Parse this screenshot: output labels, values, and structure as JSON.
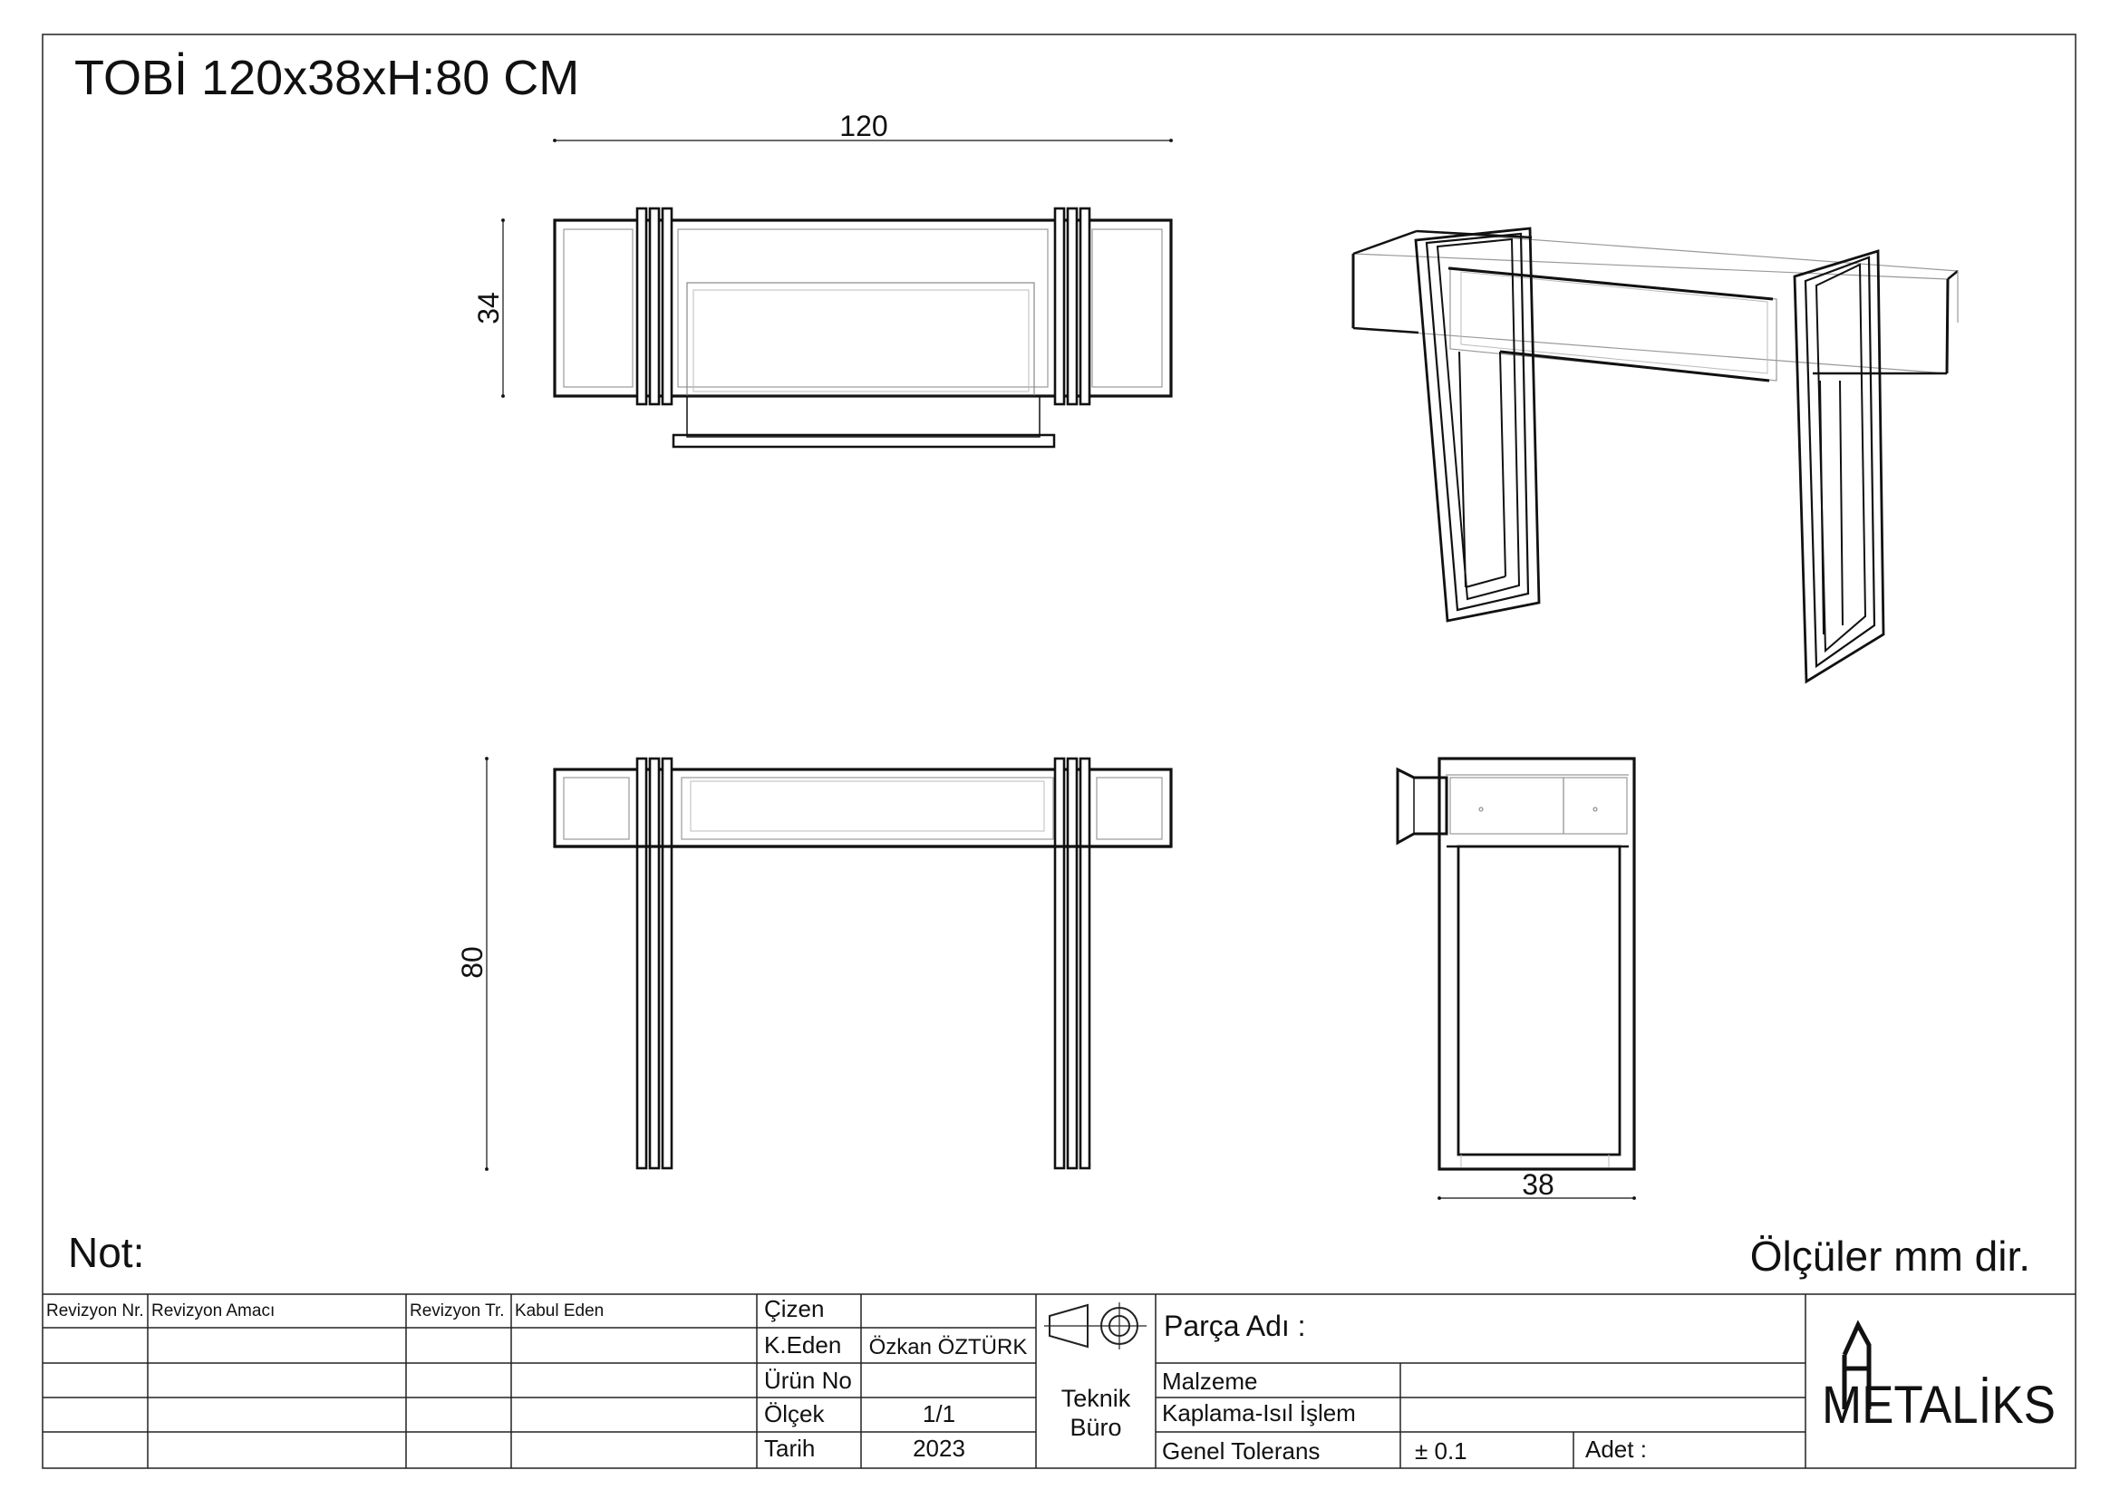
{
  "title": "TOBİ 120x38xH:80 CM",
  "dimensions": {
    "width": "120",
    "depth": "34",
    "height": "80",
    "side_depth": "38"
  },
  "notes": {
    "not_label": "Not:",
    "units_note": "Ölçüler mm dir."
  },
  "revision_table": {
    "headers": [
      "Revizyon Nr.",
      "Revizyon Amacı",
      "Revizyon Tr.",
      "Kabul Eden"
    ]
  },
  "info": {
    "cizen_label": "Çizen",
    "cizen_value": "",
    "keden_label": "K.Eden",
    "keden_value": "Özkan ÖZTÜRK",
    "urun_no_label": "Ürün No",
    "urun_no_value": "",
    "olcek_label": "Ölçek",
    "olcek_value": "1/1",
    "tarih_label": "Tarih",
    "tarih_value": "2023"
  },
  "office": {
    "line1": "Teknik",
    "line2": "Büro"
  },
  "part": {
    "parca_adi_label": "Parça Adı :",
    "malzeme_label": "Malzeme",
    "kaplama_label": "Kaplama-Isıl İşlem",
    "tolerans_label": "Genel Tolerans",
    "tolerans_value": "± 0.1",
    "adet_label": "Adet :"
  },
  "logo": {
    "text": "METALİKS"
  }
}
